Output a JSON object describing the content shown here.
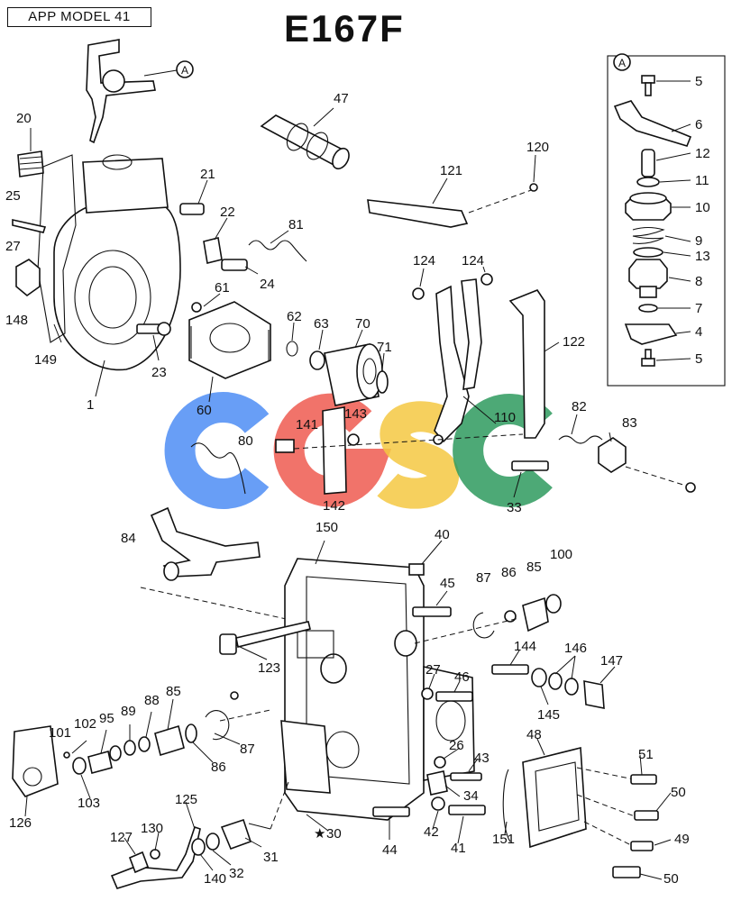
{
  "model_tag": "APP MODEL 41",
  "title": "E167F",
  "inset_marker": "A",
  "callout_marker": "A",
  "watermark": {
    "text": "CGSC",
    "colors": {
      "c1": "#4d8df5",
      "g": "#ef5a50",
      "s": "#f5c842",
      "c2": "#2e9a5e"
    }
  },
  "labels": [
    "5",
    "6",
    "12",
    "11",
    "10",
    "9",
    "13",
    "8",
    "7",
    "4",
    "5",
    "47",
    "120",
    "121",
    "20",
    "21",
    "22",
    "25",
    "27",
    "81",
    "24",
    "148",
    "149",
    "61",
    "62",
    "63",
    "70",
    "71",
    "23",
    "1",
    "60",
    "124",
    "124",
    "122",
    "82",
    "83",
    "110",
    "141",
    "143",
    "80",
    "142",
    "33",
    "84",
    "150",
    "40",
    "45",
    "87",
    "86",
    "85",
    "100",
    "144",
    "146",
    "147",
    "123",
    "27",
    "46",
    "145",
    "101",
    "102",
    "95",
    "89",
    "88",
    "85",
    "87",
    "86",
    "26",
    "43",
    "48",
    "51",
    "34",
    "50",
    "103",
    "126",
    "125",
    "30",
    "42",
    "41",
    "151",
    "49",
    "127",
    "130",
    "31",
    "32",
    "140",
    "44",
    "50"
  ]
}
